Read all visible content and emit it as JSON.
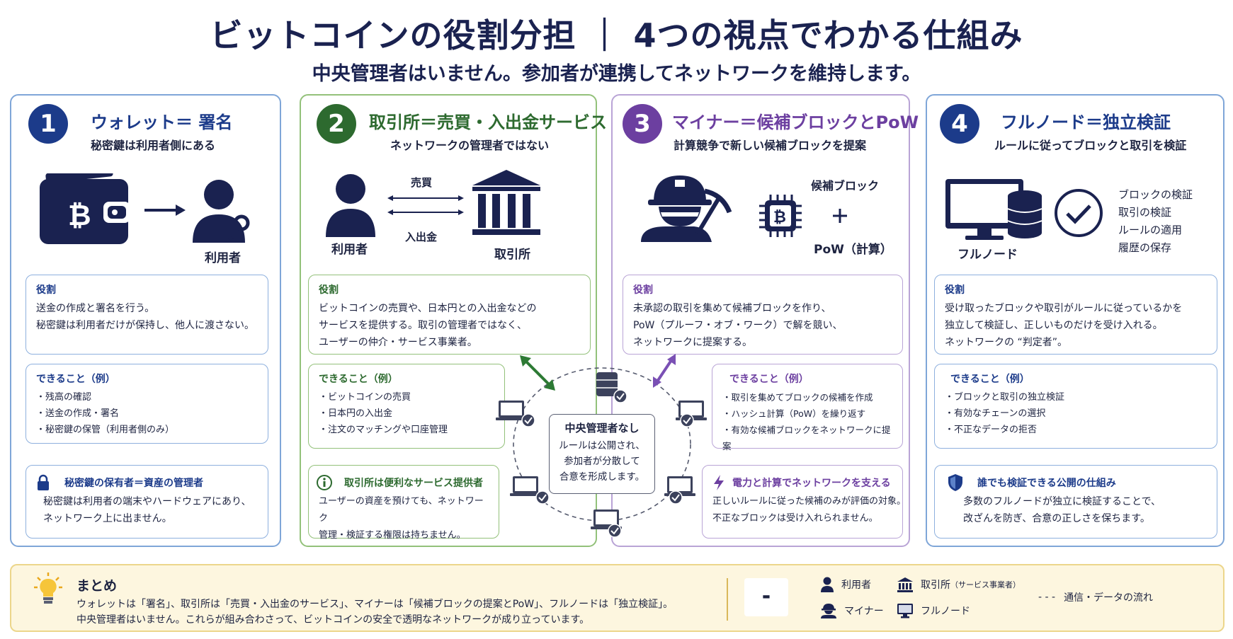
{
  "header": {
    "title": "ビットコインの役割分担 ｜ 4つの視点でわかる仕組み",
    "subtitle": "中央管理者はいません。参加者が連携してネットワークを維持します。"
  },
  "panels": [
    {
      "number": "1",
      "title": "ウォレット＝ 署名",
      "subtitle": "秘密鍵は利用者側にある",
      "icon_labels": [
        "利用者"
      ],
      "role_title": "役割",
      "role_lines": [
        "送金の作成と署名を行う。",
        "秘密鍵は利用者だけが保持し、他人に渡さない。"
      ],
      "can_title": "できること（例）",
      "can_items": [
        "残高の確認",
        "送金の作成・署名",
        "秘密鍵の保管（利用者側のみ）"
      ],
      "note_title": "秘密鍵の保有者＝資産の管理者",
      "note_lines": [
        "秘密鍵は利用者の端末やハードウェアにあり、",
        "ネットワーク上に出ません。"
      ],
      "color": "#1c3b8a"
    },
    {
      "number": "2",
      "title": "取引所＝売買・入出金サービス",
      "subtitle": "ネットワークの管理者ではない",
      "icon_labels": [
        "利用者",
        "売買",
        "入出金",
        "取引所"
      ],
      "role_title": "役割",
      "role_lines": [
        "ビットコインの売買や、日本円との入出金などの",
        "サービスを提供する。取引の管理者ではなく、",
        "ユーザーの仲介・サービス事業者。"
      ],
      "can_title": "できること（例）",
      "can_items": [
        "ビットコインの売買",
        "日本円の入出金",
        "注文のマッチングや口座管理"
      ],
      "note_title": "取引所は便利なサービス提供者",
      "note_lines": [
        "ユーザーの資産を預けても、ネットワーク",
        "管理・検証する権限は持ちません。"
      ],
      "color": "#2d6a2f"
    },
    {
      "number": "3",
      "title": "マイナー＝候補ブロックとPoW",
      "subtitle": "計算競争で新しい候補ブロックを提案",
      "icon_labels": [
        "候補ブロック",
        "PoW（計算）"
      ],
      "role_title": "役割",
      "role_lines": [
        "未承認の取引を集めて候補ブロックを作り、",
        "PoW（プルーフ・オブ・ワーク）で解を競い、",
        "ネットワークに提案する。"
      ],
      "can_title": "できること（例）",
      "can_items": [
        "取引を集めてブロックの候補を作成",
        "ハッシュ計算（PoW）を繰り返す",
        "有効な候補ブロックをネットワークに提案"
      ],
      "note_title": "電力と計算でネットワークを支える",
      "note_lines": [
        "正しいルールに従った候補のみが評価の対象。",
        "不正なブロックは受け入れられません。"
      ],
      "color": "#6c3fa0"
    },
    {
      "number": "4",
      "title": "フルノード＝独立検証",
      "subtitle": "ルールに従ってブロックと取引を検証",
      "icon_labels": [
        "フルノード"
      ],
      "checks": [
        "ブロックの検証",
        "取引の検証",
        "ルールの適用",
        "履歴の保存"
      ],
      "role_title": "役割",
      "role_lines": [
        "受け取ったブロックや取引がルールに従っているかを",
        "独立して検証し、正しいものだけを受け入れる。",
        "ネットワークの “判定者”。"
      ],
      "can_title": "できること（例）",
      "can_items": [
        "ブロックと取引の独立検証",
        "有効なチェーンの選択",
        "不正なデータの拒否"
      ],
      "note_title": "誰でも検証できる公開の仕組み",
      "note_lines": [
        "多数のフルノードが独立に検証することで、",
        "改ざんを防ぎ、合意の正しさを保ちます。"
      ],
      "color": "#1c3b8a"
    }
  ],
  "center": {
    "title": "中央管理者なし",
    "lines": [
      "ルールは公開され、",
      "参加者が分散して",
      "合意を形成します。"
    ]
  },
  "summary": {
    "title": "まとめ",
    "line1": "ウォレットは「署名」、取引所は「売買・入出金のサービス」、マイナーは「候補ブロックの提案とPoW」、フルノードは「独立検証」。",
    "line2": "中央管理者はいません。これらが組み合わさって、ビットコインの安全で透明なネットワークが成り立っています。",
    "minus": "-",
    "legend": {
      "user": "利用者",
      "exchange": "取引所",
      "exchange_note": "（サービス事業者）",
      "miner": "マイナー",
      "fullnode": "フルノード",
      "flow_mark": "- - -",
      "flow": "通信・データの流れ"
    }
  },
  "colors": {
    "navy": "#1a2250",
    "blue": "#1c3b8a",
    "green": "#2d6a2f",
    "purple": "#6c3fa0",
    "summary_bg": "#fdf6df"
  }
}
